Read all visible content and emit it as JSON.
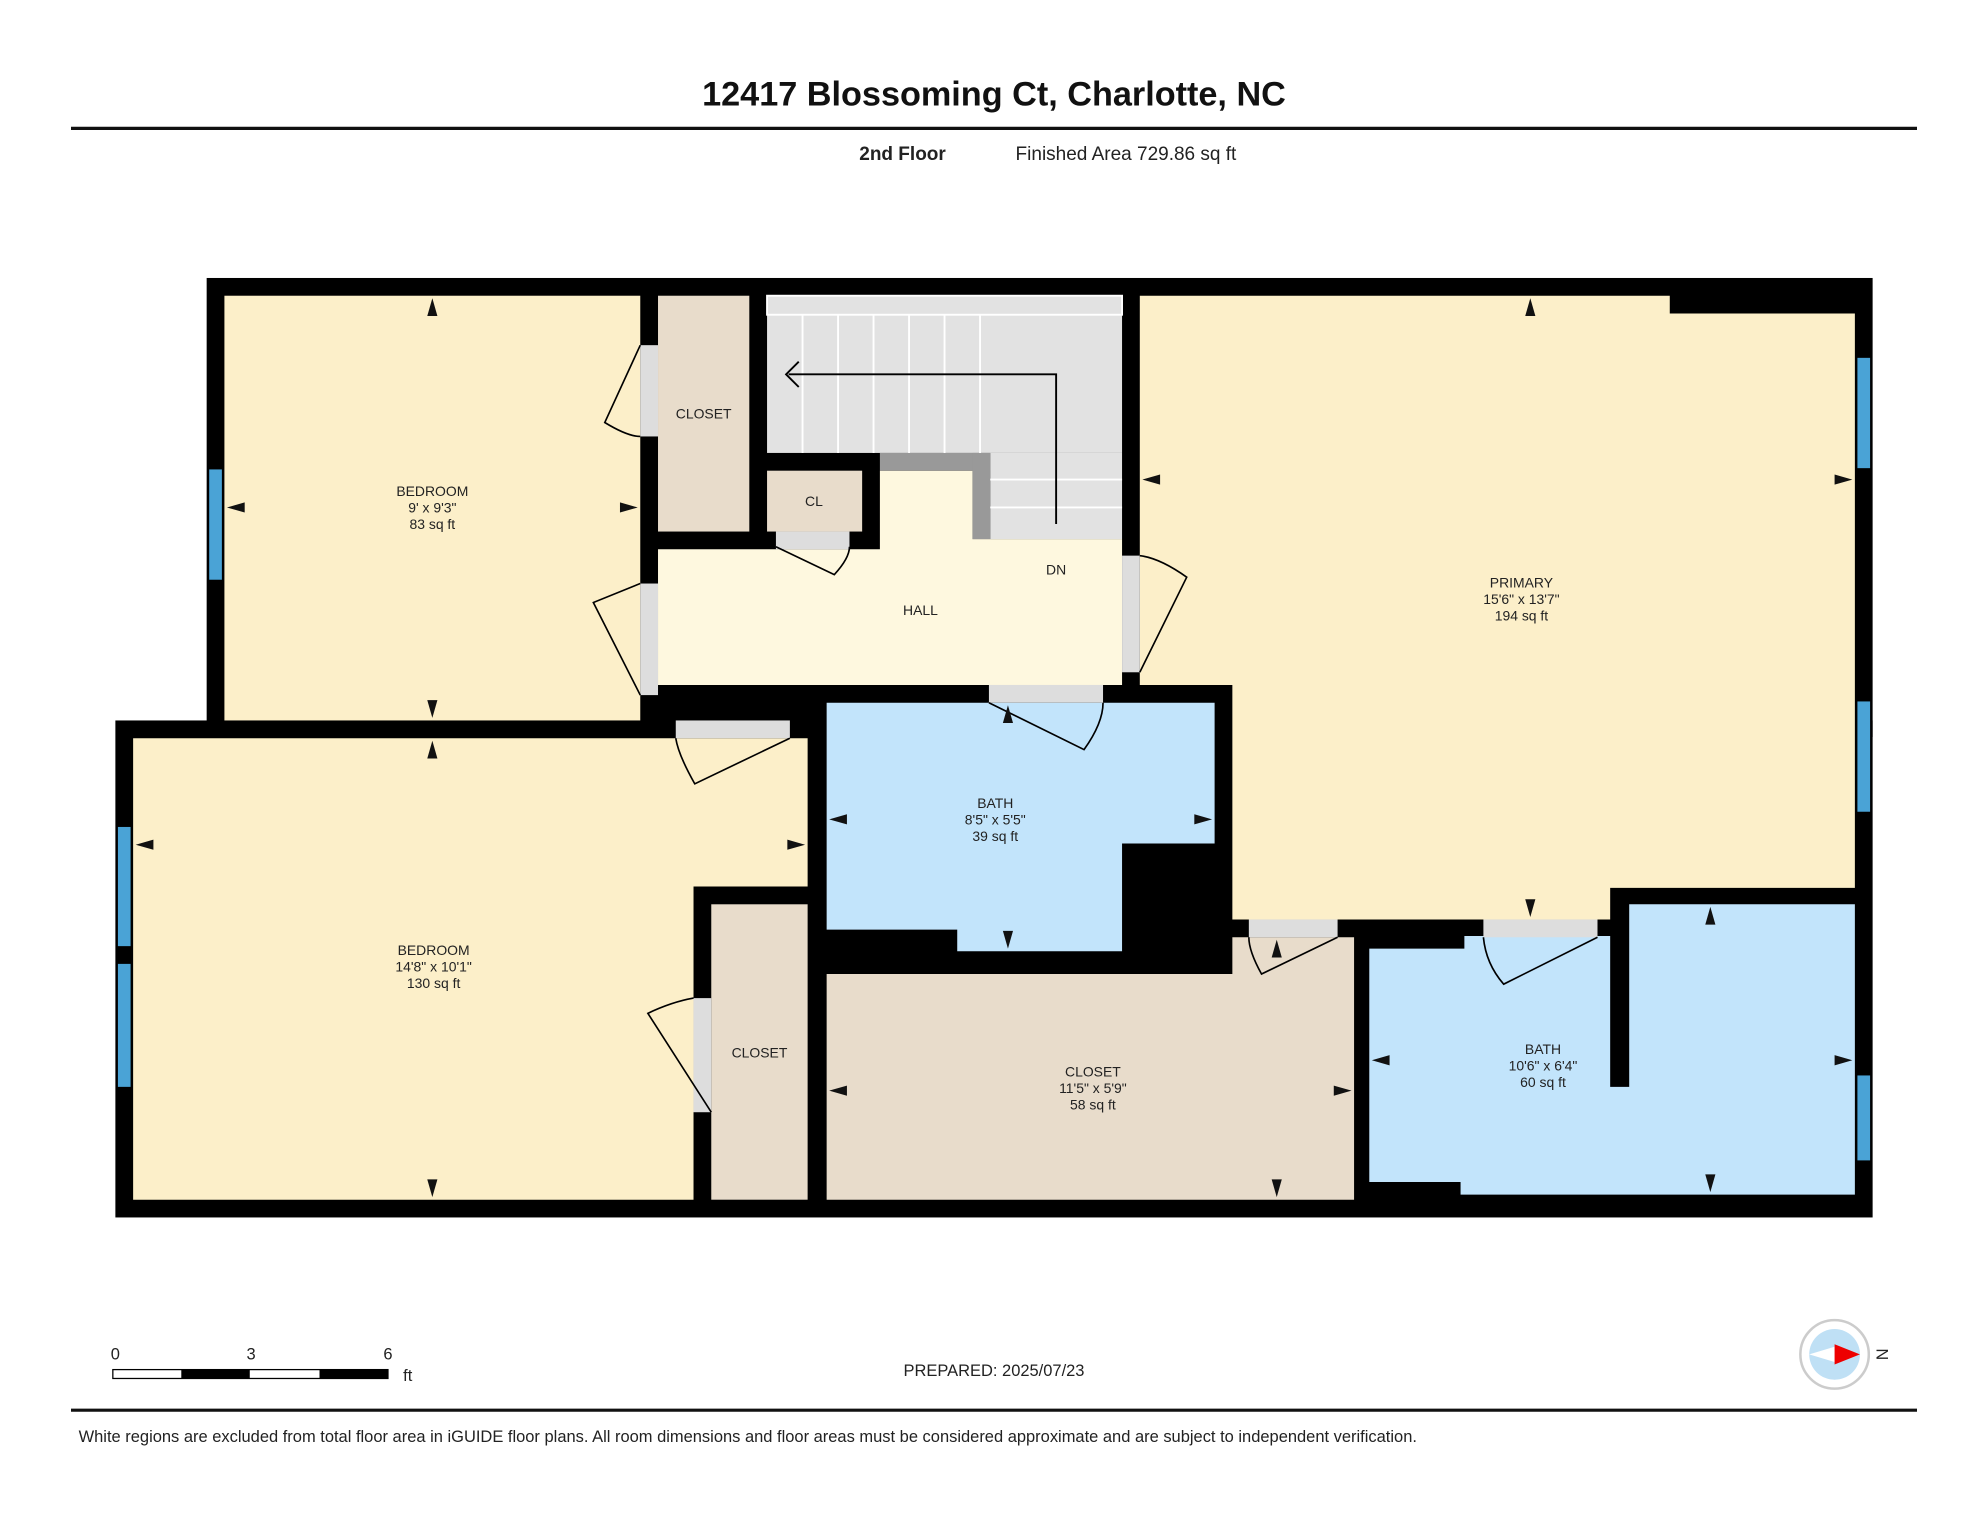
{
  "header": {
    "title": "12417 Blossoming Ct, Charlotte, NC",
    "floor": "2nd Floor",
    "finished_area": "Finished Area 729.86 sq ft"
  },
  "rooms": {
    "bedroom1": {
      "name": "BEDROOM",
      "dims": "9' x 9'3\"",
      "area": "83 sq ft"
    },
    "closet1": {
      "name": "CLOSET"
    },
    "cl": {
      "name": "CL"
    },
    "hall": {
      "name": "HALL"
    },
    "dn": {
      "name": "DN"
    },
    "primary": {
      "name": "PRIMARY",
      "dims": "15'6\" x 13'7\"",
      "area": "194 sq ft"
    },
    "bath1": {
      "name": "BATH",
      "dims": "8'5\" x 5'5\"",
      "area": "39 sq ft"
    },
    "bedroom2": {
      "name": "BEDROOM",
      "dims": "14'8\" x 10'1\"",
      "area": "130 sq ft"
    },
    "closet2": {
      "name": "CLOSET"
    },
    "closet3": {
      "name": "CLOSET",
      "dims": "11'5\" x 5'9\"",
      "area": "58 sq ft"
    },
    "bath2": {
      "name": "BATH",
      "dims": "10'6\" x 6'4\"",
      "area": "60 sq ft"
    }
  },
  "scale_bar": {
    "ticks": [
      "0",
      "3",
      "6"
    ],
    "unit": "ft"
  },
  "prepared": "PREPARED: 2025/07/23",
  "compass": {
    "label": "N",
    "icon": "compass-north-icon"
  },
  "disclaimer": "White regions are excluded from total floor area in iGUIDE floor plans. All room dimensions and floor areas must be considered approximate and are subject to independent verification.",
  "colors": {
    "bedroom": "#fcefc9",
    "hall": "#fef8df",
    "closet": "#e8dccb",
    "bath": "#c2e4fb",
    "stairs": "#e2e2e2",
    "wall": "#000000",
    "window": "#4aa3d6"
  }
}
